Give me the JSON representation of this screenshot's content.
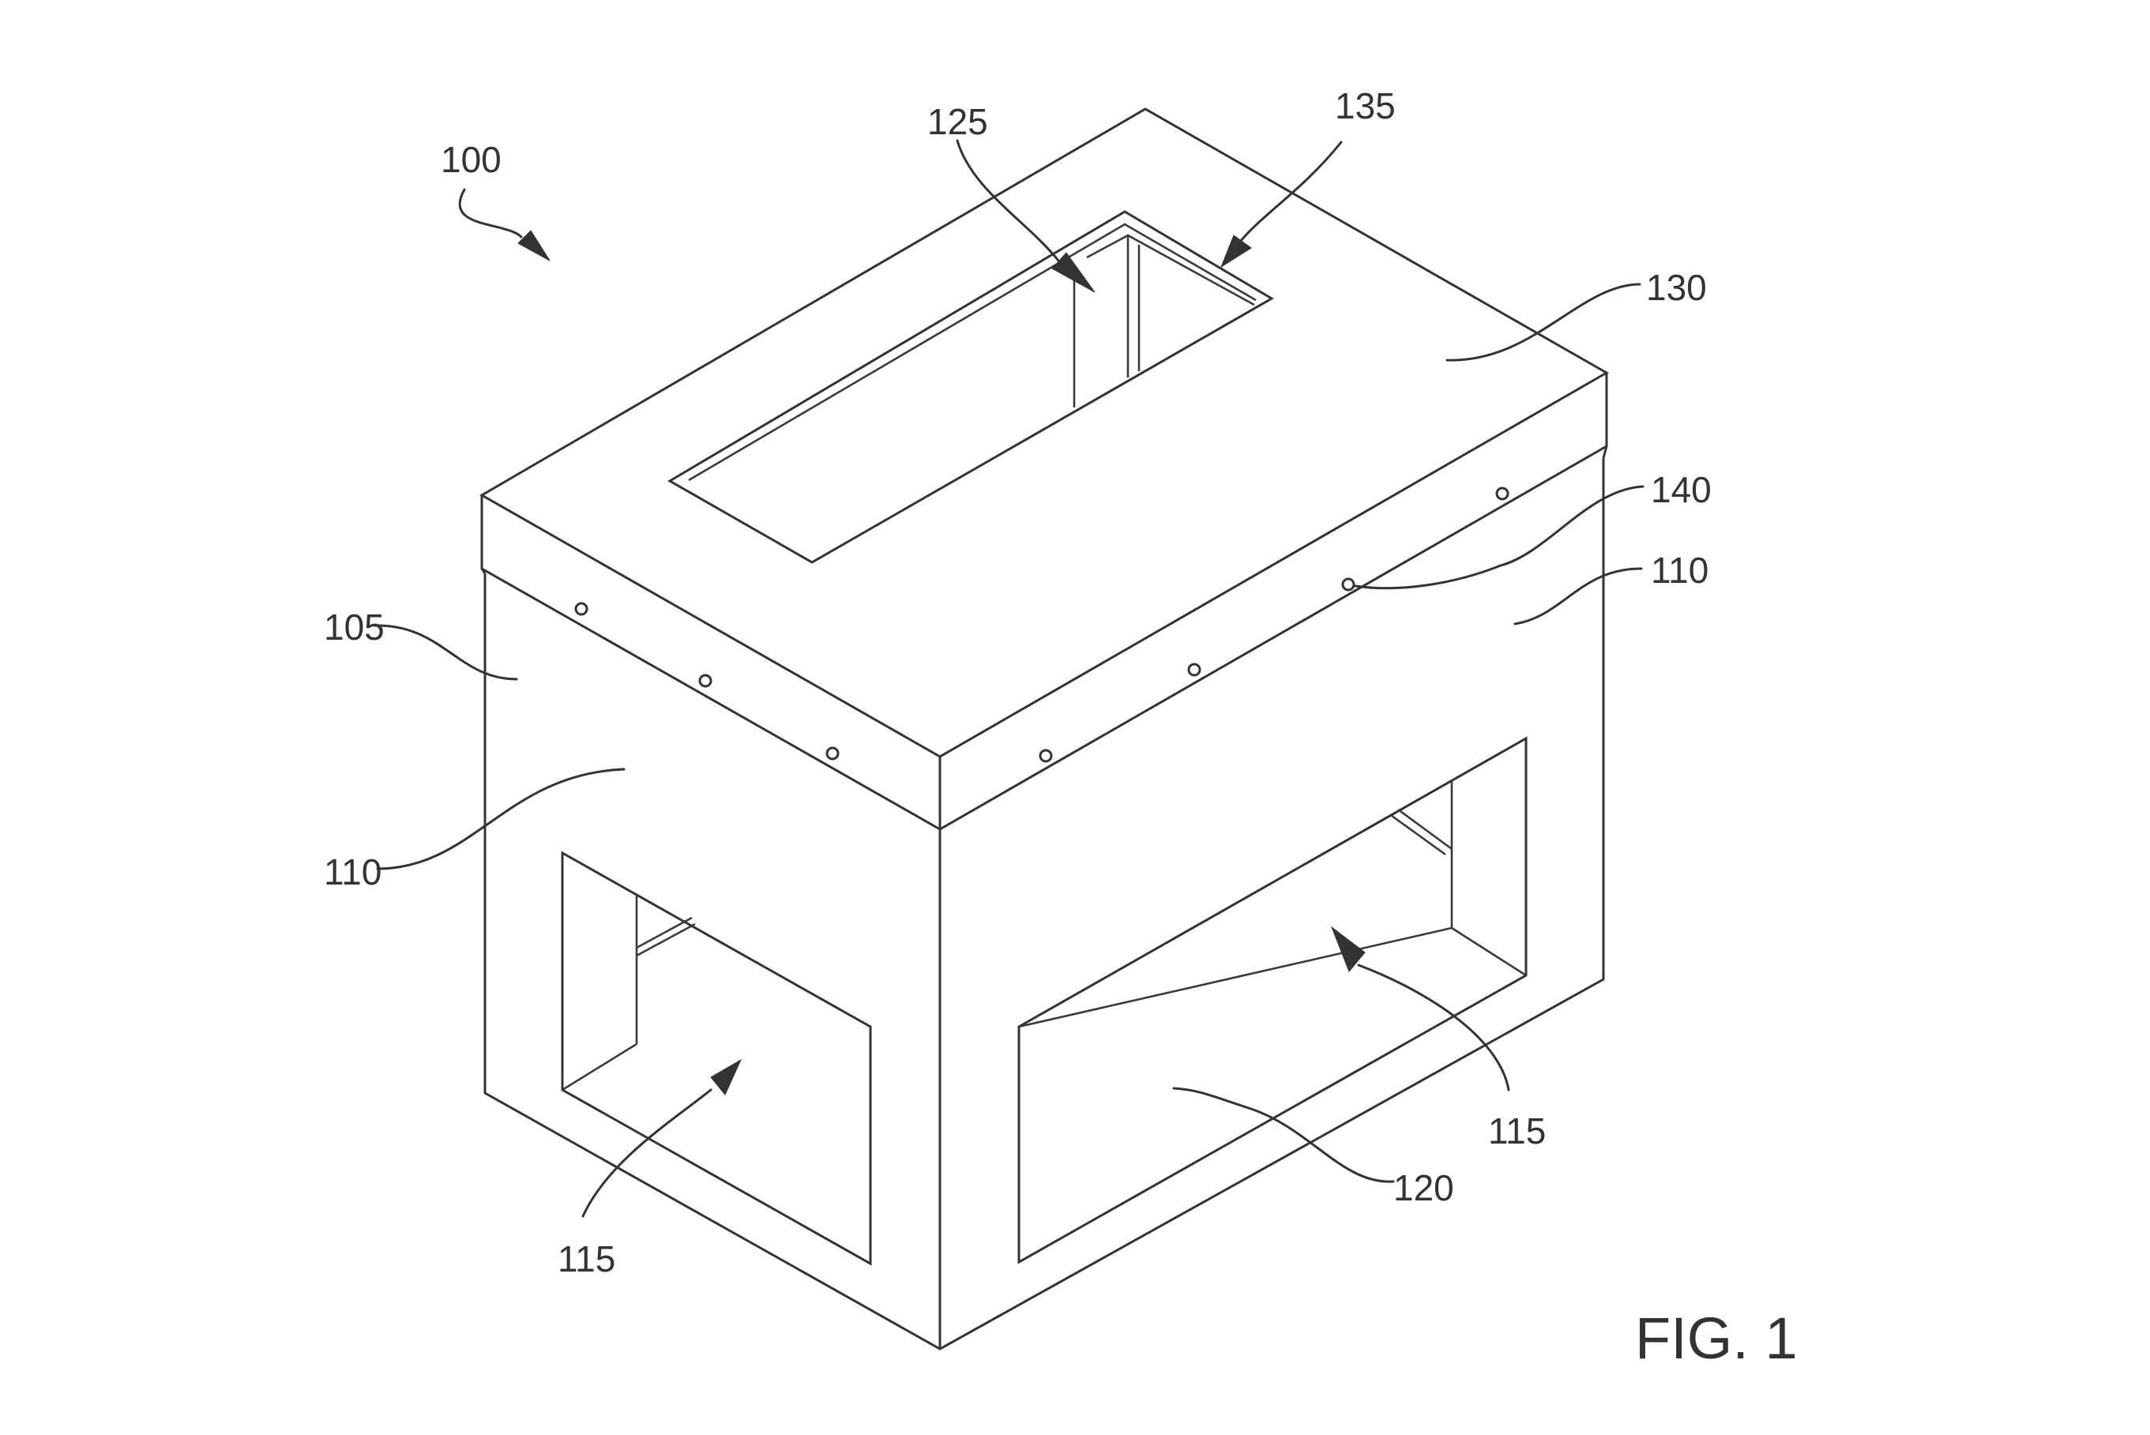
{
  "figure": {
    "caption": "FIG. 1"
  },
  "reference_numerals": {
    "assembly": "100",
    "side_panel_left": "105",
    "side_wall_left": "110",
    "side_wall_right": "110",
    "opening_left": "115",
    "opening_right": "115",
    "base_panel": "120",
    "top_opening": "125",
    "lid": "130",
    "lid_recess": "135",
    "fastener": "140"
  },
  "colors": {
    "line": "#333333",
    "background": "#ffffff"
  }
}
